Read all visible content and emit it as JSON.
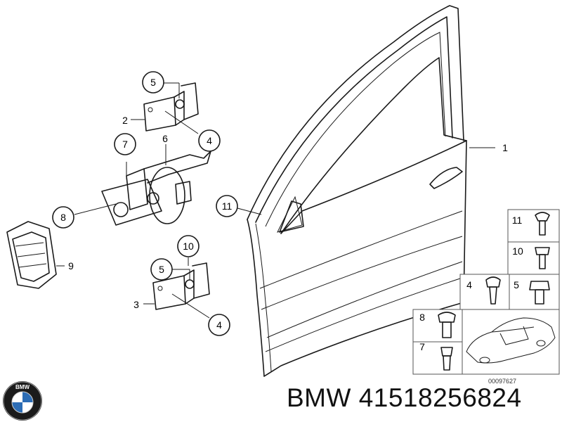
{
  "callouts": {
    "door": "1",
    "hinge_upper": "2",
    "hinge_lower": "3",
    "bolt_upper": "4",
    "bolt_lower": "4",
    "nut_upper": "5",
    "nut_lower": "5",
    "door_check": "6",
    "check_bolt": "7",
    "check_screw": "8",
    "grommet": "9",
    "lower_screw": "10",
    "mirror_screw": "11"
  },
  "fastener_table": {
    "row1": "11",
    "row2": "10",
    "row3_left": "4",
    "row3_right": "5",
    "row4": "8",
    "row5": "7"
  },
  "diagram_number": "00097627",
  "brand_line": "BMW 41518256824",
  "logo_text": "BMW",
  "colors": {
    "ink": "#1a1a1a",
    "logo_blue": "#2d6db5",
    "logo_ring": "#1b1b1b"
  }
}
